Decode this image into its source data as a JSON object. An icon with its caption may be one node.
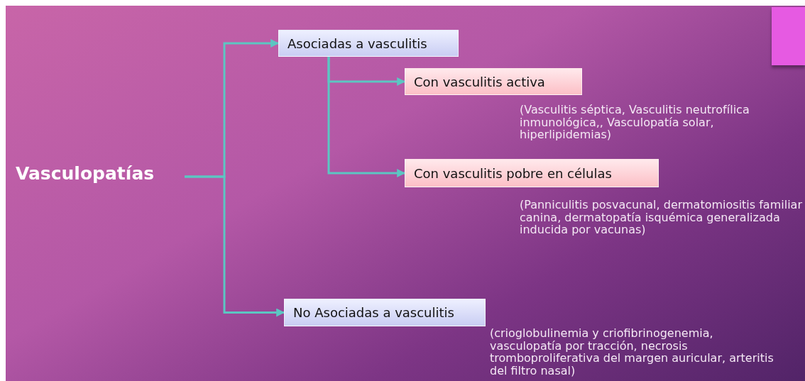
{
  "diagram": {
    "nodes": [
      {
        "text": [
          "Vasculopatías"
        ]
      },
      {
        "text": [
          "Asociadas a vasculitis"
        ]
      },
      {
        "text": [
          "Con vasculitis activa"
        ],
        "beside": [
          "(Vasculitis séptica, Vasculitis neutrofílica inmunológica,, Vasculopatía solar, hiperlipidemias)"
        ]
      },
      {
        "text": [
          "Con vasculitis pobre en células"
        ],
        "beside": [
          "(Panniculitis posvacunal, dermatomiositis familiar canina, dermatopatía isquémica generalizada inducida por vacunas)"
        ]
      },
      {
        "text": [
          "No Asociadas a vasculitis"
        ],
        "beside": [
          "(crioglobulinemia y criofibrinogenemia, vasculopatía por tracción, necrosis tromboproliferativa del margen auricular, arteritis del filtro nasal)"
        ]
      }
    ],
    "edges": [
      {
        "from": 0,
        "to": 1,
        "arrow": "to"
      },
      {
        "from": 0,
        "to": 4,
        "arrow": "to"
      },
      {
        "from": 1,
        "to": 2,
        "arrow": "to"
      },
      {
        "from": 1,
        "to": 3,
        "arrow": "to"
      }
    ]
  }
}
